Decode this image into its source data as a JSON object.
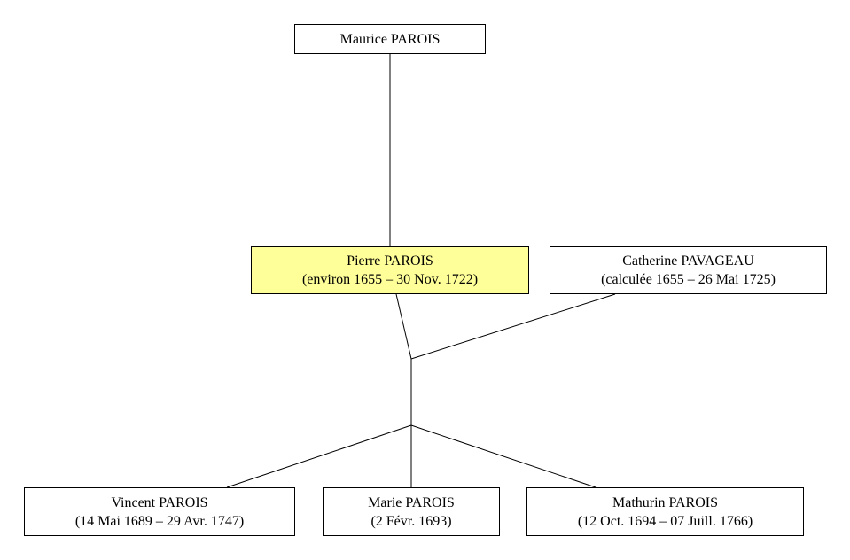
{
  "tree": {
    "highlight_color": "#ffff99",
    "ancestor": {
      "name": "Maurice PAROIS"
    },
    "subject": {
      "name": "Pierre PAROIS",
      "dates": "(environ 1655 – 30 Nov. 1722)"
    },
    "spouse": {
      "name": "Catherine PAVAGEAU",
      "dates": "(calculée 1655 – 26 Mai 1725)"
    },
    "children": [
      {
        "name": "Vincent PAROIS",
        "dates": "(14 Mai 1689 – 29 Avr. 1747)"
      },
      {
        "name": "Marie PAROIS",
        "dates": "(2 Févr. 1693)"
      },
      {
        "name": "Mathurin PAROIS",
        "dates": "(12 Oct. 1694 – 07 Juill. 1766)"
      }
    ]
  }
}
